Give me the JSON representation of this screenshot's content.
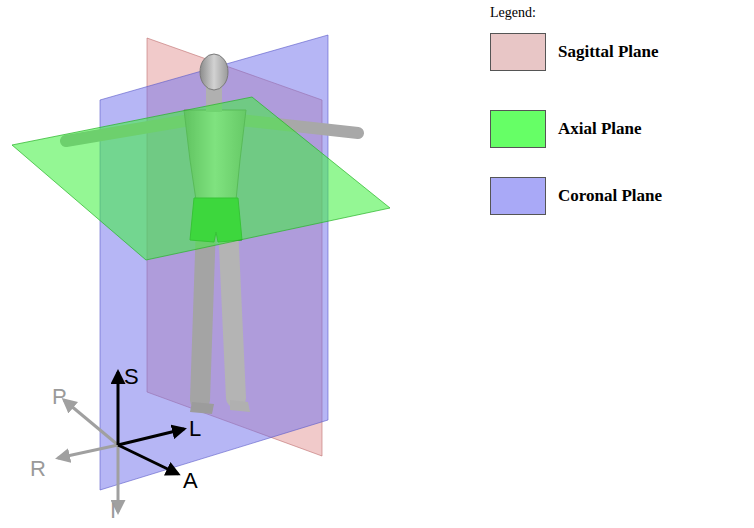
{
  "diagram": {
    "labels": [
      "Legend:",
      "S",
      "P",
      "L",
      "R",
      "A",
      "I"
    ],
    "legend": [
      {
        "text": "Sagittal Plane",
        "color": "#e8c6c6"
      },
      {
        "text": "Axial Plane",
        "color": "#66ff66"
      },
      {
        "text": "Coronal Plane",
        "color": "#a9a9f7"
      }
    ]
  }
}
